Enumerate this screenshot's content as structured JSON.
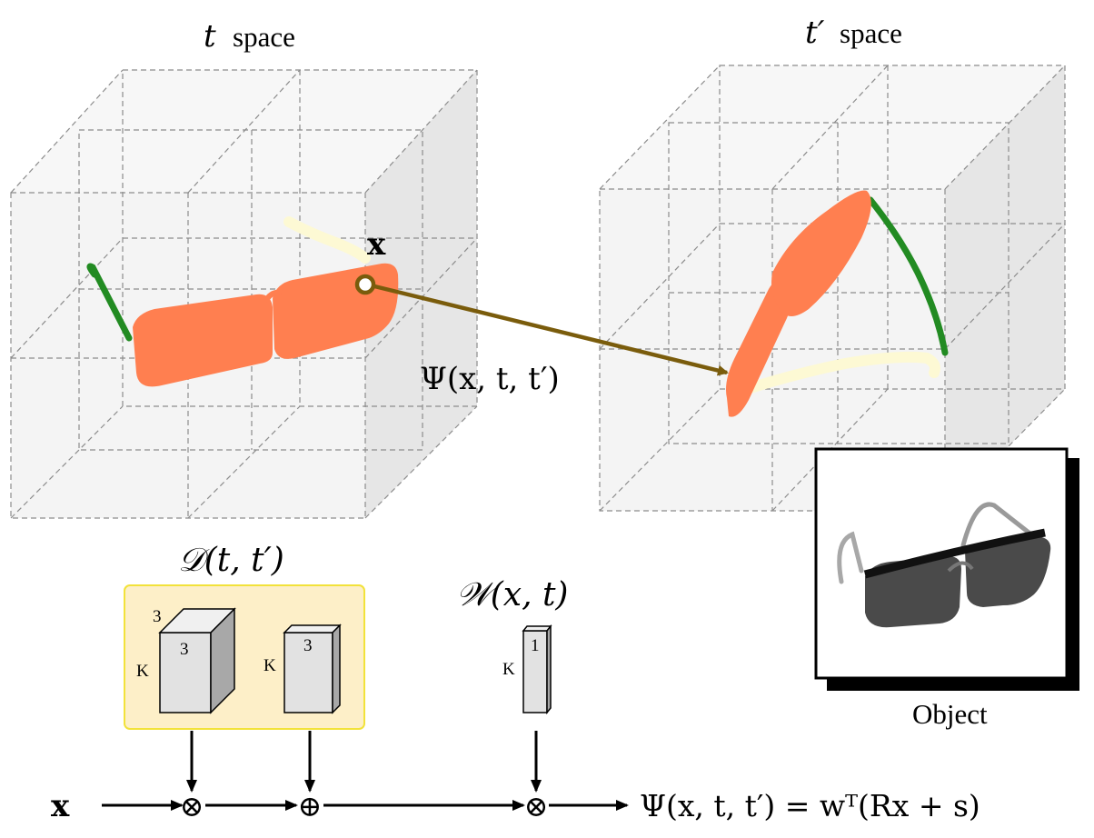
{
  "labels": {
    "t_space_var": "t",
    "t_space_word": "space",
    "tprime_space_var": "t′",
    "tprime_space_word": "space",
    "point_x": "x",
    "psi_mid": "Ψ(x, t, t′)",
    "d_label": "𝒟(t, t′)",
    "w_label": "𝒲(x, t)",
    "object_caption": "Object",
    "input_x": "x",
    "equation": "Ψ(x, t, t′) = wᵀ(Rx + s)"
  },
  "blocks": {
    "rotation": {
      "depth": "3",
      "width": "3",
      "height": "K"
    },
    "translation": {
      "width": "3",
      "height": "K"
    },
    "weight": {
      "width": "1",
      "height": "K"
    }
  },
  "operators": {
    "multiply": "⊗",
    "add": "⊕"
  },
  "colors": {
    "lens": "#ff7f50",
    "arm_green": "#228b22",
    "arm_cream": "#fdf9d4",
    "arrow": "#7a5c0c",
    "d_box_fill": "#fdefc8",
    "d_box_stroke": "#f2e23a"
  }
}
